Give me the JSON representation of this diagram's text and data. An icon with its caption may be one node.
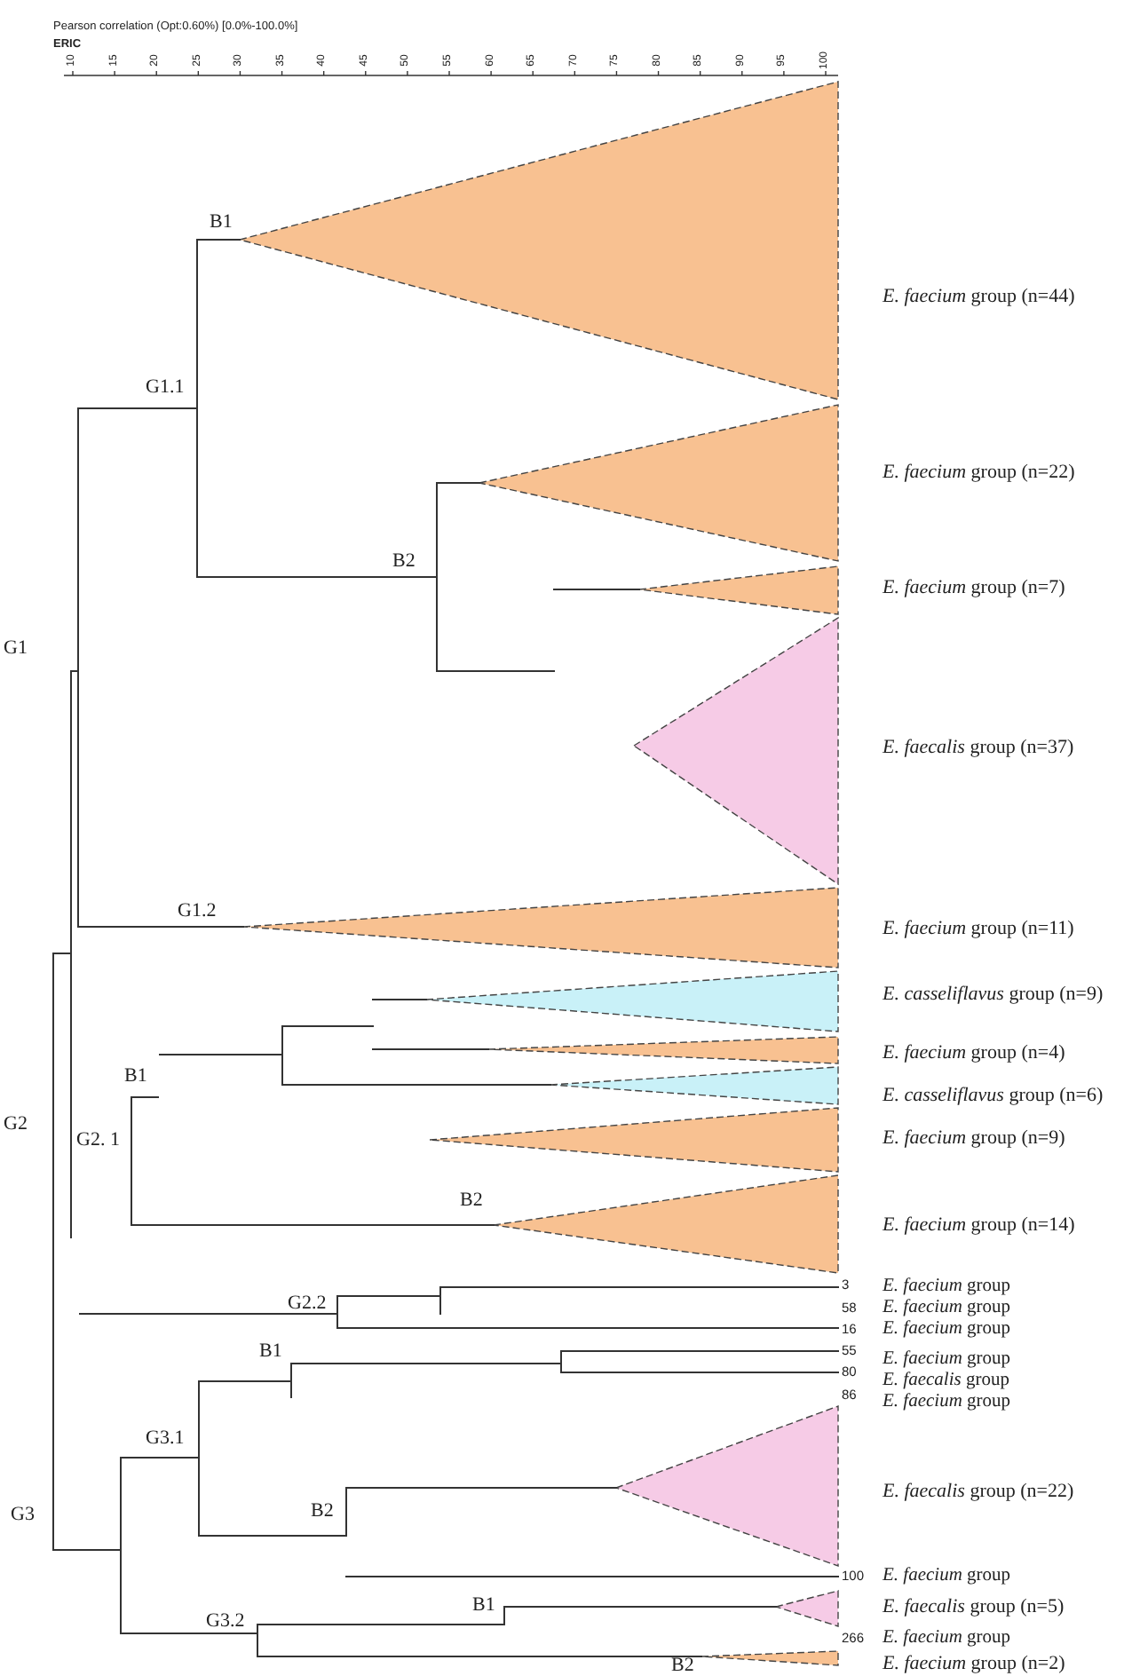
{
  "diagram": {
    "title": "Pearson correlation (Opt:0.60%) [0.0%-100.0%]",
    "labels": [
      "ERIC",
      "10",
      "15",
      "20",
      "25",
      "30",
      "35",
      "40",
      "45",
      "50",
      "55",
      "60",
      "65",
      "70",
      "75",
      "80",
      "85",
      "90",
      "95",
      "100",
      "B1",
      "*E. faecium* group (n=44)",
      "G1.1",
      "*E. faecium* group (n=22)",
      "B2",
      "*E. faecium* group (n=7)",
      "G1",
      "*E. faecalis* group (n=37)",
      "G1.2",
      "*E. faecium* group (n=11)",
      "*E. casseliflavus* group (n=9)",
      "*E. faecium* group (n=4)",
      "B1",
      "*E. casseliflavus* group (n=6)",
      "G2",
      "G2. 1",
      "*E. faecium* group (n=9)",
      "B2",
      "*E. faecium* group (n=14)",
      "3",
      "*E. faecium* group",
      "G2.2",
      "58",
      "*E. faecium* group",
      "16",
      "*E. faecium* group",
      "B1",
      "55",
      "*E. faecium* group",
      "80",
      "*E. faecalis* group",
      "86",
      "*E. faecium* group",
      "G3.1",
      "*E. faecalis* group (n=22)",
      "G3",
      "B2",
      "100",
      "*E. faecium* group",
      "B1",
      "*E. faecalis* group (n=5)",
      "G3.2",
      "266",
      "*E. faecium* group",
      "B2",
      "*E. faecium* group (n=2)"
    ]
  }
}
